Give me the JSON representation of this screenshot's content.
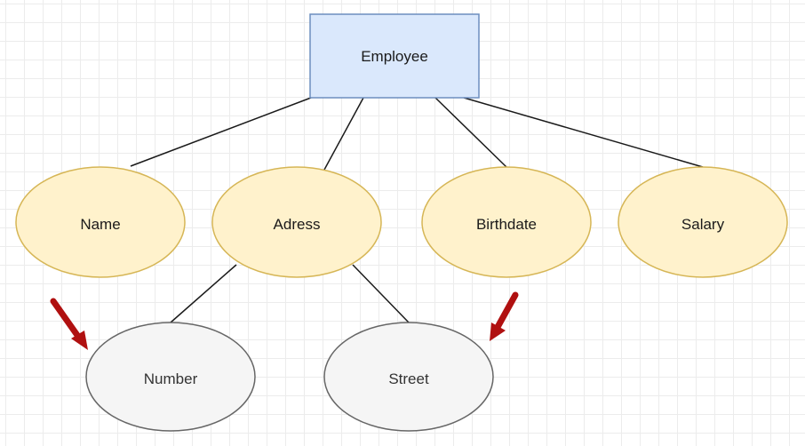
{
  "diagram": {
    "entity": {
      "label": "Employee",
      "fill": "#dae8fc",
      "stroke": "#6c8ebf"
    },
    "attributes": {
      "name": "Name",
      "address": "Adress",
      "birthdate": "Birthdate",
      "salary": "Salary",
      "fill": "#fff2cc",
      "stroke": "#d6b656"
    },
    "sub_attributes": {
      "number": "Number",
      "street": "Street",
      "fill": "#f5f5f5",
      "stroke": "#666666"
    },
    "connector_color": "#1a1a1a",
    "arrow_color": "#b01010"
  }
}
